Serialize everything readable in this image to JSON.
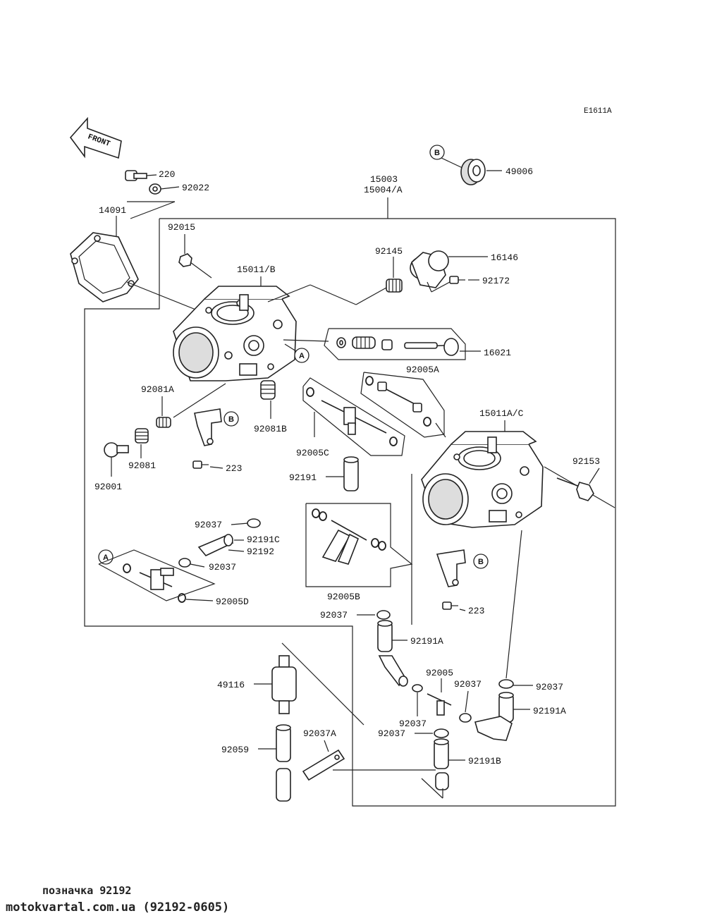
{
  "diagram_code": "E1611A",
  "front_label": "FRONT",
  "parts": {
    "p220": "220",
    "p92022": "92022",
    "p14091": "14091",
    "p15003": "15003",
    "p15004A": "15004/A",
    "p49006": "49006",
    "p92015": "92015",
    "p15011B": "15011/B",
    "p92145": "92145",
    "p16146": "16146",
    "p92172": "92172",
    "p16021": "16021",
    "p92005A": "92005A",
    "p15011AC": "15011A/C",
    "p92081A": "92081A",
    "p92081B": "92081B",
    "p92005C": "92005C",
    "p92191": "92191",
    "p92153": "92153",
    "p223a": "223",
    "p92081": "92081",
    "p92001": "92001",
    "p92037a": "92037",
    "p92191C": "92191C",
    "p92192": "92192",
    "p92037b": "92037",
    "p92005B": "92005B",
    "p92005D": "92005D",
    "p223b": "223",
    "p92037c": "92037",
    "p92191Aa": "92191A",
    "p92005": "92005",
    "p92037d": "92037",
    "p92037e": "92037",
    "p92037f": "92037",
    "p92037g": "92037",
    "p92191Ab": "92191A",
    "p49116": "49116",
    "p92037A": "92037A",
    "p92059": "92059",
    "p92191B": "92191B"
  },
  "callouts": {
    "A": "A",
    "B": "B"
  },
  "footer": {
    "label": "позначка 92192",
    "source": "motokvartal.com.ua (92192-0605)"
  }
}
